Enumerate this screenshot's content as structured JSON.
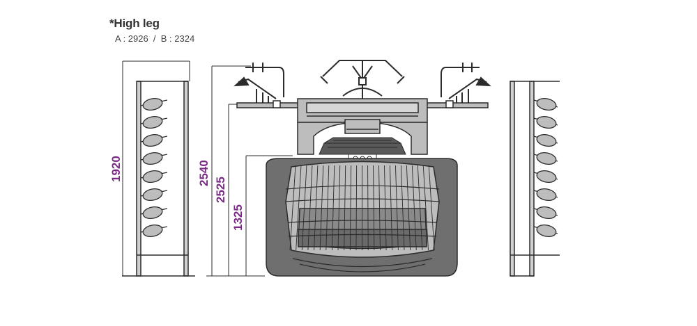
{
  "header": {
    "title": "*High leg",
    "spec_line": "A : 2926  /  B : 2324"
  },
  "dimensions": {
    "creel_height": "1920",
    "machine_overall_height": "2540",
    "machine_height": "2525",
    "working_height": "1325"
  },
  "colors": {
    "dimension_text": "#7a2a86",
    "line": "#2b2b2b",
    "body_fill": "#bdbdbd",
    "dark_fill": "#6f6f6f",
    "mid_fill": "#9a9a9a"
  }
}
